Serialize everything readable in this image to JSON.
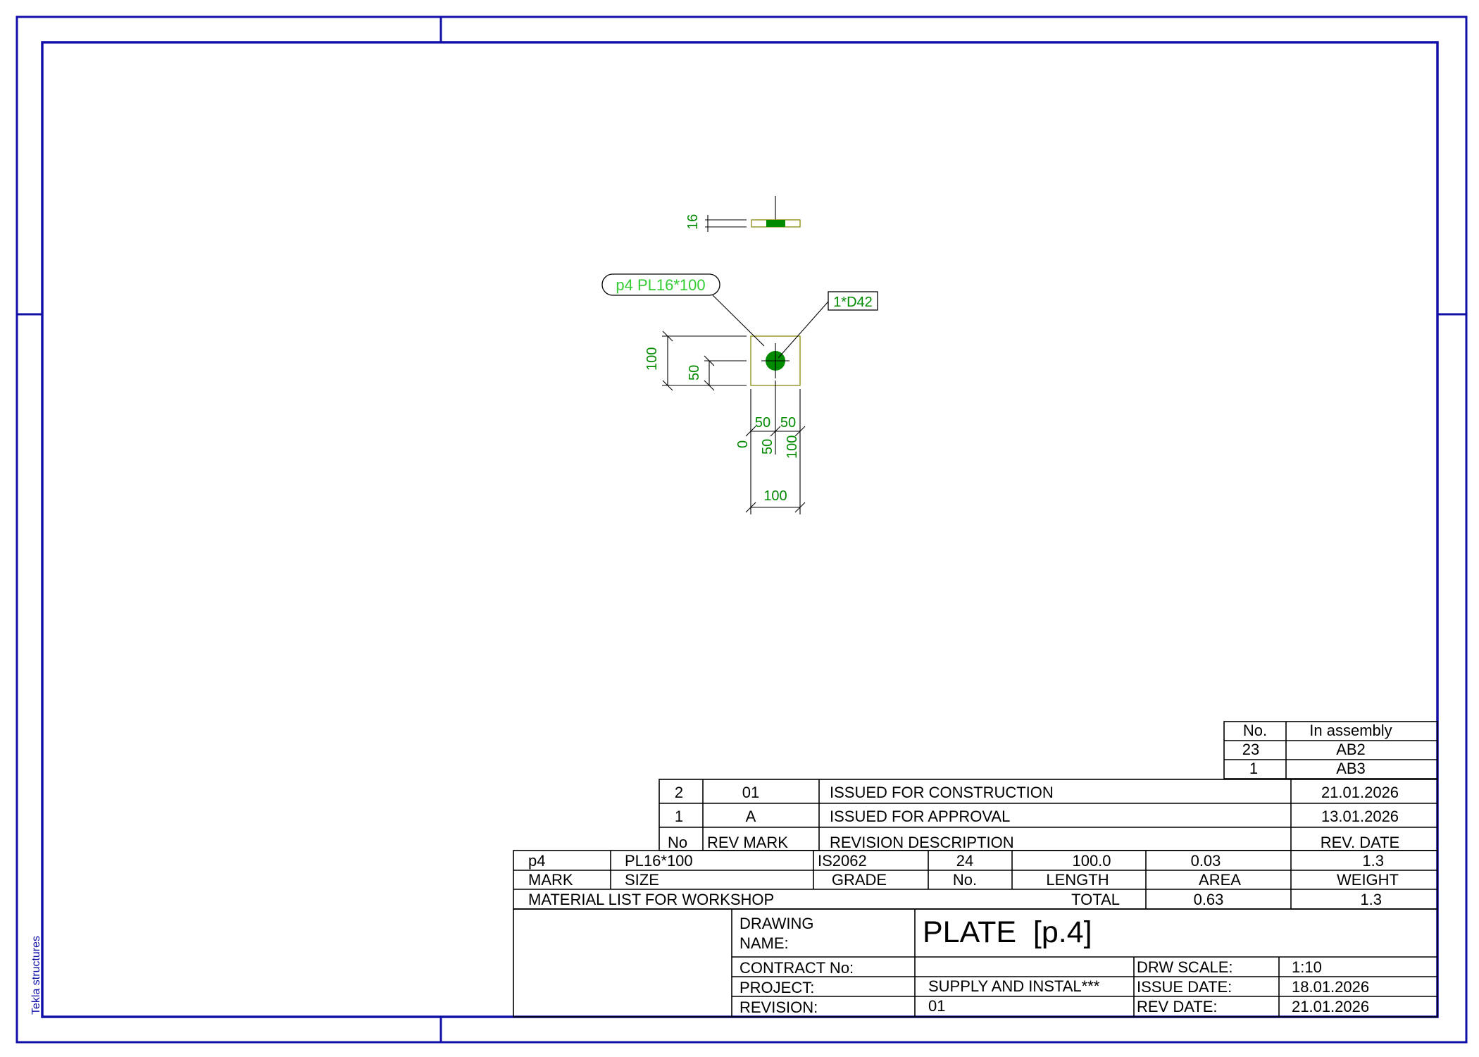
{
  "side_label": "Tekla structures",
  "drawing": {
    "thickness_dim": "16",
    "part_label": "p4 PL16*100",
    "hole_label": "1*D42",
    "dim_height_total": "100",
    "dim_height_half": "50",
    "dim_ord_top_left": "50",
    "dim_ord_top_right": "50",
    "dim_ord_zero": "0",
    "dim_ord_50": "50",
    "dim_ord_100": "100",
    "dim_width_total": "100"
  },
  "assembly_table": {
    "headers": [
      "No.",
      "In assembly"
    ],
    "rows": [
      [
        "23",
        "AB2"
      ],
      [
        "1",
        "AB3"
      ]
    ]
  },
  "revisions": {
    "rows": [
      [
        "2",
        "01",
        "ISSUED FOR CONSTRUCTION",
        "21.01.2026"
      ],
      [
        "1",
        "A",
        "ISSUED FOR APPROVAL",
        "13.01.2026"
      ]
    ],
    "headers": [
      "No",
      "REV MARK",
      "REVISION DESCRIPTION",
      "REV. DATE"
    ]
  },
  "material": {
    "row": [
      "p4",
      "PL16*100",
      "IS2062",
      "24",
      "100.0",
      "0.03",
      "1.3"
    ],
    "headers": [
      "MARK",
      "SIZE",
      "GRADE",
      "No.",
      "LENGTH",
      "AREA",
      "WEIGHT"
    ],
    "list_label": "MATERIAL LIST FOR WORKSHOP",
    "total_label": "TOTAL",
    "total_area": "0.63",
    "total_weight": "1.3"
  },
  "title_block": {
    "drawing_label_1": "DRAWING",
    "drawing_label_2": "NAME:",
    "drawing_name": "PLATE  [p.4]",
    "contract_label": "CONTRACT No:",
    "contract_value": "",
    "project_label": "PROJECT:",
    "project_value": "SUPPLY AND INSTAL***",
    "revision_label": "REVISION:",
    "revision_value": "01",
    "scale_label": "DRW SCALE:",
    "scale_value": "1:10",
    "issue_label": "ISSUE DATE:",
    "issue_value": "18.01.2026",
    "revdate_label": "REV DATE:",
    "revdate_value": "21.01.2026"
  },
  "colors": {
    "frame": "#1010a8",
    "dimension": "#008a00",
    "part_label": "#33cc33",
    "plate_outline": "#8a8a10"
  }
}
